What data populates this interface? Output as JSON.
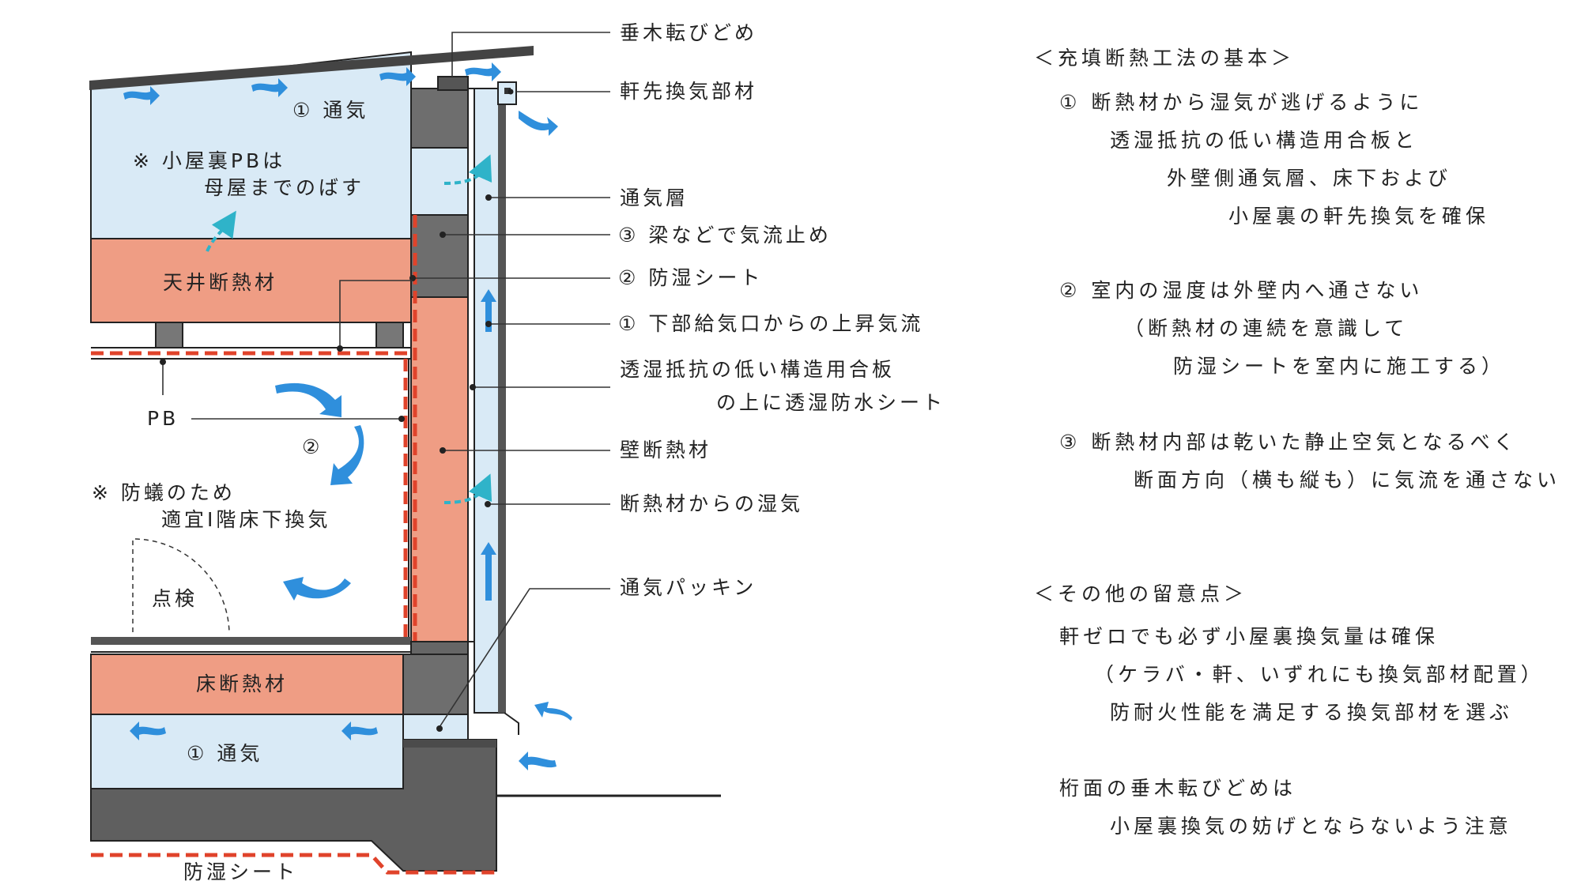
{
  "diagram": {
    "labels": {
      "taruki": "垂木転びどめ",
      "nokisaki": "軒先換気部材",
      "tsukiso": "通気層",
      "hari": "③ 梁などで気流止め",
      "boushitsu": "② 防湿シート",
      "kabuKyuki": "① 下部給気口からの上昇気流",
      "gouban1": "透湿抵抗の低い構造用合板",
      "gouban2": "の上に透湿防水シート",
      "kabeDannetsu": "壁断熱材",
      "shikki": "断熱材からの湿気",
      "packin": "通気パッキン",
      "atticVent": "① 通気",
      "atticNote1": "※ 小屋裏PBは",
      "atticNote2": "母屋までのばす",
      "tenjou": "天井断熱材",
      "pb": "PB",
      "roomFlow": "②",
      "shiroari1": "※ 防蟻のため",
      "shiroari2": "適宜Ⅰ階床下換気",
      "tenken": "点検",
      "yukaDannetsu": "床断熱材",
      "underVent": "① 通気",
      "bottomSheet": "防湿シート"
    }
  },
  "notes": {
    "basicTitle": "＜充填断熱工法の基本＞",
    "basic1": [
      "① 断熱材から湿気が逃げるように",
      "透湿抵抗の低い構造用合板と",
      "外壁側通気層、床下および",
      "小屋裏の軒先換気を確保"
    ],
    "basic2": [
      "② 室内の湿度は外壁内へ通さない",
      "（断熱材の連続を意識して",
      "防湿シートを室内に施工する）"
    ],
    "basic3": [
      "③ 断熱材内部は乾いた静止空気となるべく",
      "断面方向（横も縦も）に気流を通さない"
    ],
    "otherTitle": "＜その他の留意点＞",
    "other1": [
      "軒ゼロでも必ず小屋裏換気量は確保",
      "（ケラバ・軒、いずれにも換気部材配置）",
      "防耐火性能を満足する換気部材を選ぶ"
    ],
    "other2": [
      "桁面の垂木転びどめは",
      "小屋裏換気の妨げとならないよう注意"
    ]
  },
  "colors": {
    "air": "#d9eaf6",
    "insulation": "#ef9d84",
    "structure": "#6e6e6e",
    "foundation": "#5f5f5f",
    "vaporBarrier": "#e0432b",
    "arrow": "#2f8fdc",
    "moisture": "#2fb3c9"
  }
}
